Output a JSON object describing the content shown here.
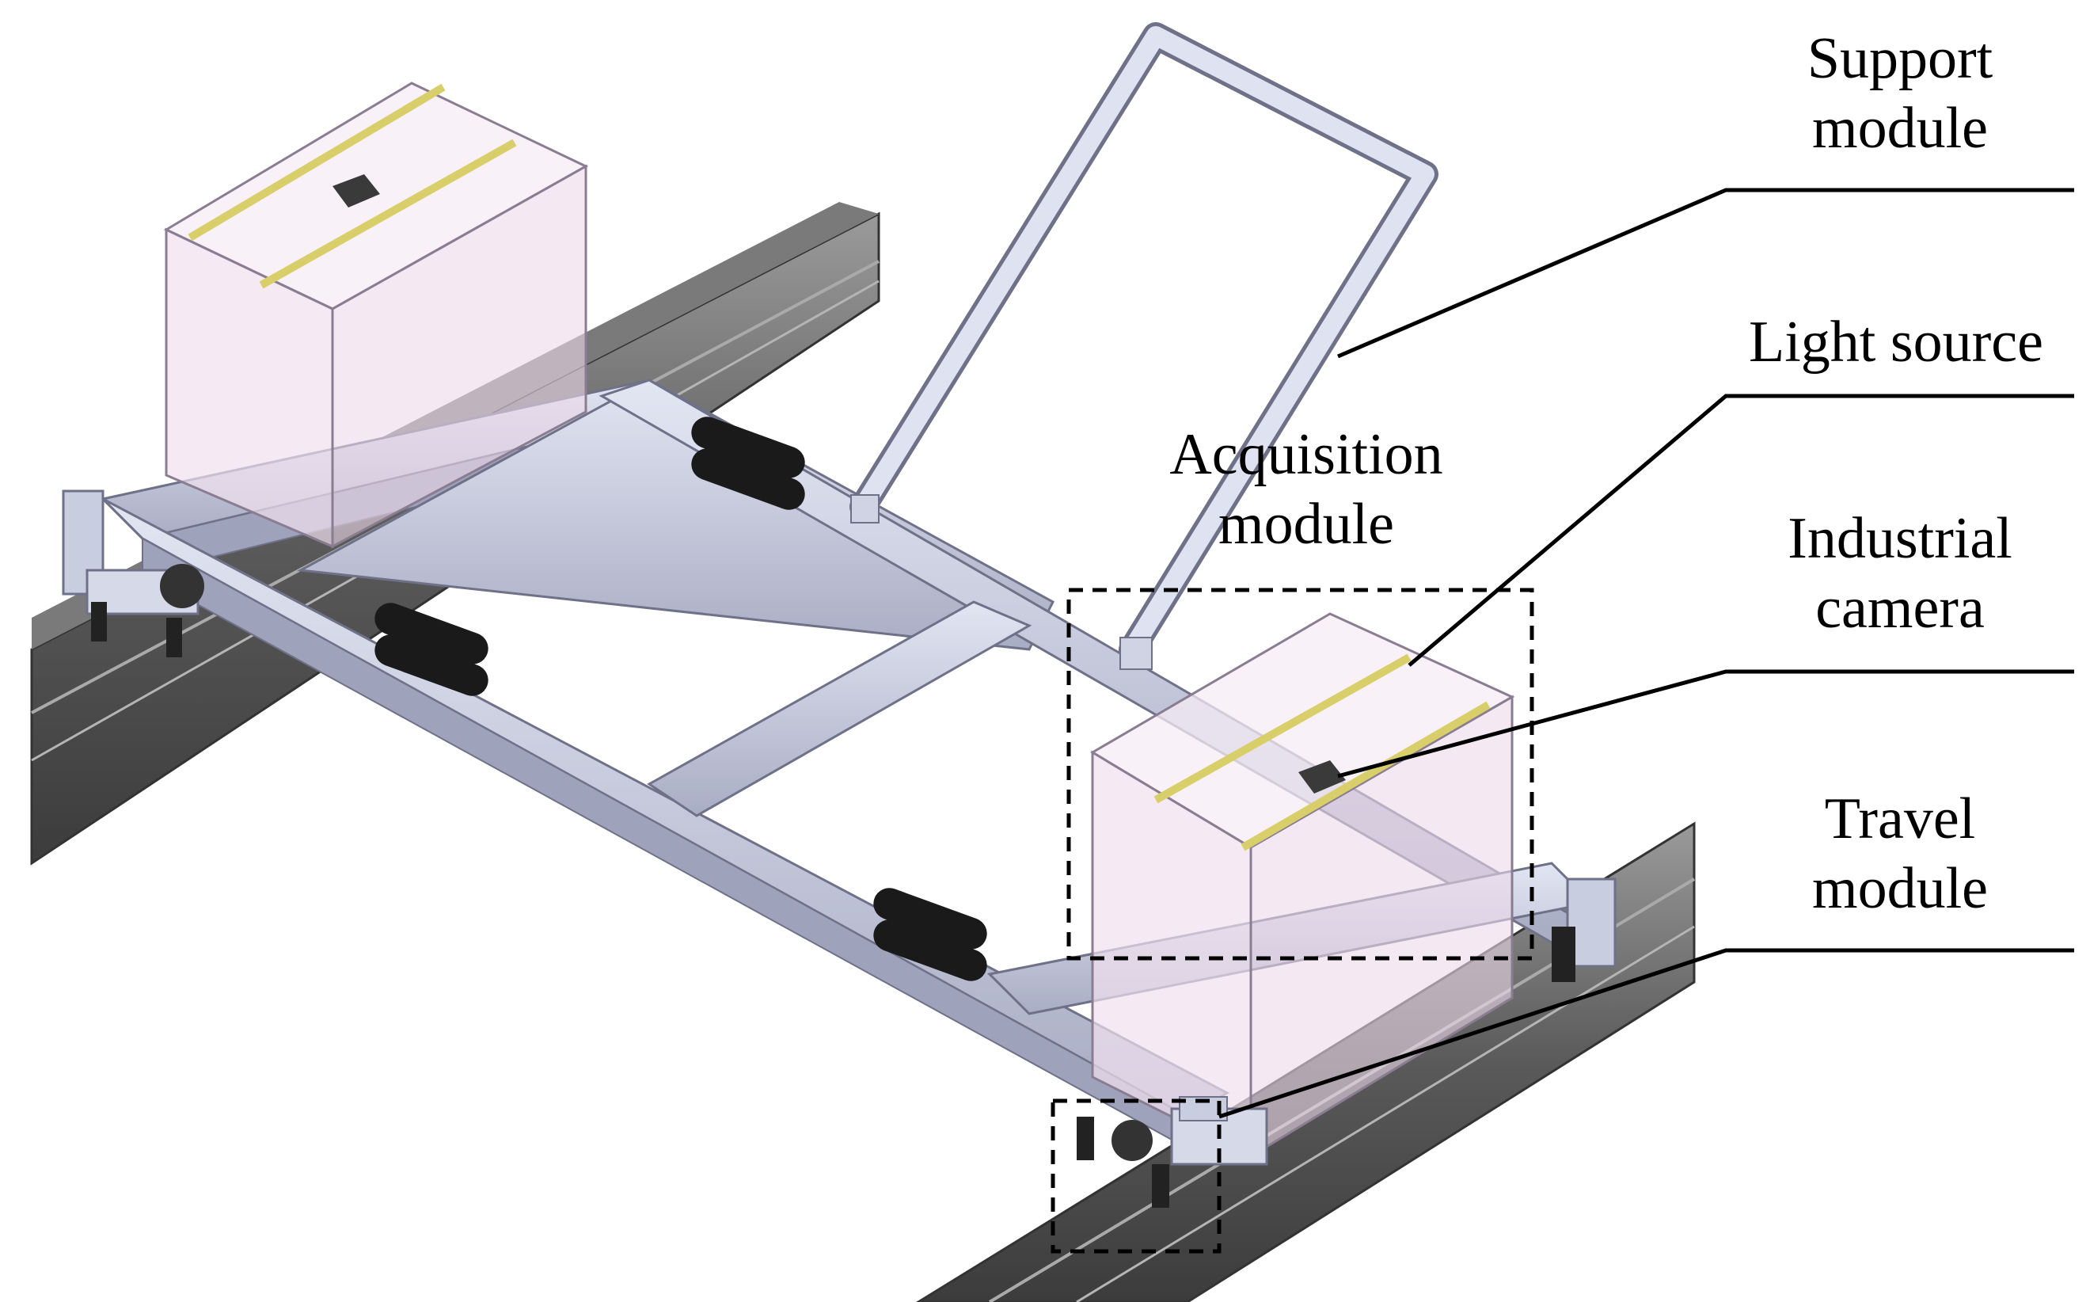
{
  "diagram": {
    "labels": {
      "support_module": [
        "Support",
        "module"
      ],
      "light_source": [
        "Light source"
      ],
      "acquisition_module": [
        "Acquisition",
        "module"
      ],
      "industrial_camera": [
        "Industrial",
        "camera"
      ],
      "travel_module": [
        "Travel",
        "module"
      ]
    },
    "colors": {
      "rail_dark": "#4a4a4a",
      "rail_light": "#8c8c8c",
      "frame": "#c9cde0",
      "frame_edge": "#6e7188",
      "box_fill": "#f3e3f1",
      "box_edge": "#8a7d92",
      "light_bar": "#d8cf6a",
      "handle": "#dfe2f0",
      "leader": "#000000",
      "dashed_box": "#000000",
      "slot_pad": "#1a1a1a"
    },
    "icons": [
      "rail-icon",
      "frame-icon",
      "enclosure-box-icon",
      "handle-icon",
      "wheel-bracket-icon",
      "camera-icon",
      "light-bar-icon"
    ]
  }
}
